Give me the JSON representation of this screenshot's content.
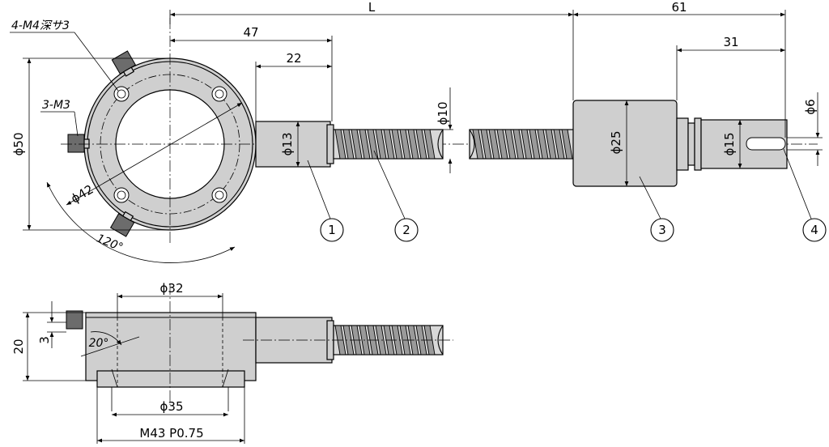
{
  "dimensions": {
    "L": "L",
    "d61": "61",
    "d47": "47",
    "d22": "22",
    "d31": "31",
    "phi10": "ϕ10",
    "phi6": "ϕ6",
    "phi13": "ϕ13",
    "phi25": "ϕ25",
    "phi15": "ϕ15",
    "phi50": "ϕ50",
    "phi42": "ϕ42",
    "angle120": "120°",
    "holes": "4-M4深サ3",
    "screws": "3-M3",
    "phi32": "ϕ32",
    "phi35": "ϕ35",
    "d20": "20",
    "d3": "3",
    "angle20": "20°",
    "thread": "M43 P0.75"
  },
  "balloons": [
    "1",
    "2",
    "3",
    "4"
  ]
}
